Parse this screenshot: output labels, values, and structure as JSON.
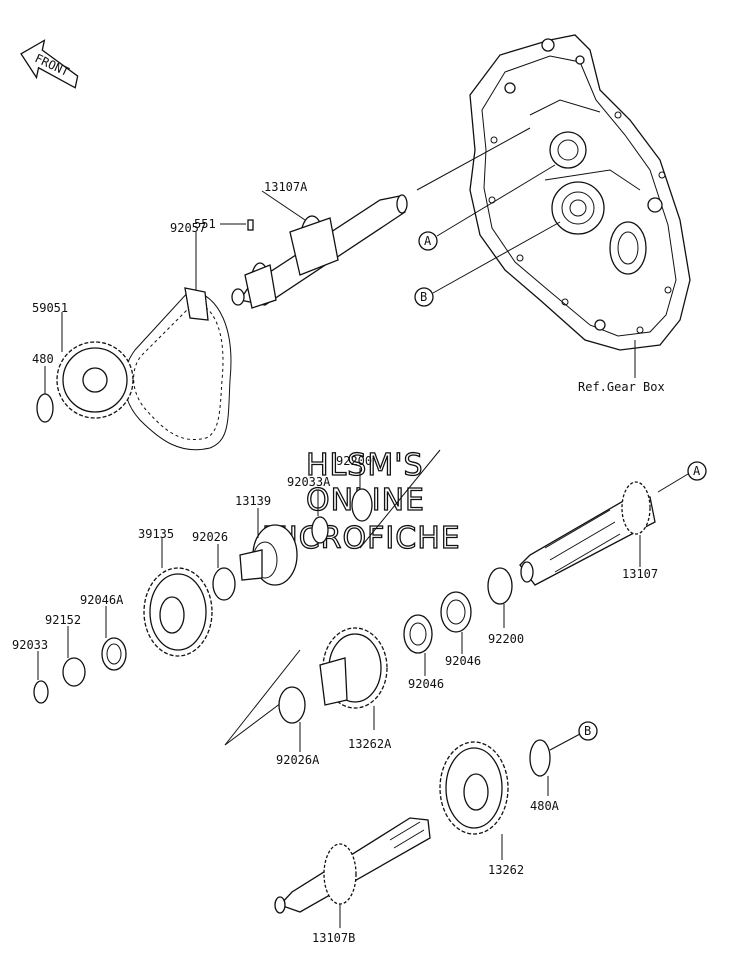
{
  "front_arrow": {
    "label": "FRONT"
  },
  "reference": {
    "gear_box": "Ref.Gear Box"
  },
  "watermark": {
    "line1": "HLSM'S",
    "line2": "ONLINE",
    "line3": "MICROFICHE"
  },
  "callouts": {
    "a": "A",
    "b": "B"
  },
  "parts": {
    "p13107A": "13107A",
    "p551": "551",
    "p92057": "92057",
    "p59051": "59051",
    "p480": "480",
    "p92033A": "92033A",
    "p92200_top": "92200",
    "p13139": "13139",
    "p39135": "39135",
    "p92026": "92026",
    "p92046A": "92046A",
    "p92152": "92152",
    "p92033": "92033",
    "p13107": "13107",
    "p92200": "92200",
    "p92046_a": "92046",
    "p92046_b": "92046",
    "p92026A": "92026A",
    "p13262A": "13262A",
    "p480A": "480A",
    "p13262": "13262",
    "p13107B": "13107B"
  }
}
